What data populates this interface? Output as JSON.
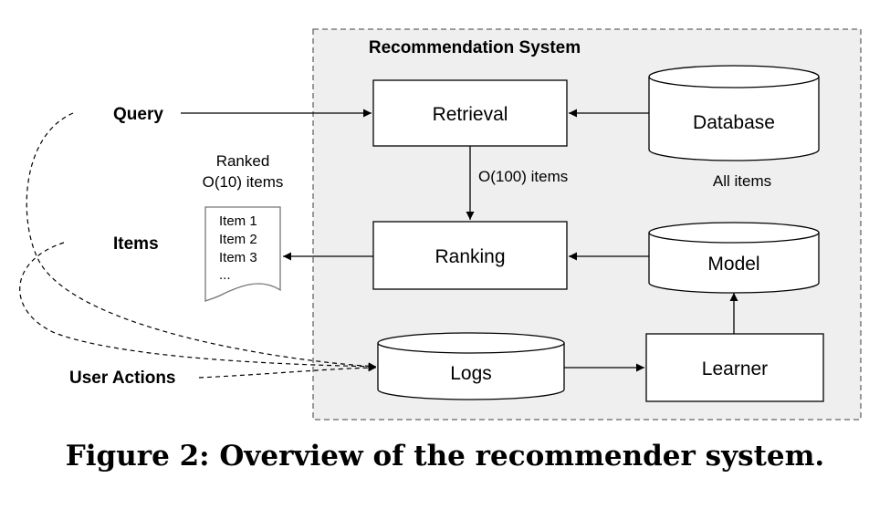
{
  "system_label": "Recommendation System",
  "nodes": {
    "retrieval": "Retrieval",
    "ranking": "Ranking",
    "database": "Database",
    "model": "Model",
    "logs": "Logs",
    "learner": "Learner"
  },
  "outside_labels": {
    "query": "Query",
    "items": "Items",
    "user_actions": "User Actions"
  },
  "edge_labels": {
    "retrieval_to_ranking": "O(100) items",
    "database_caption": "All items",
    "ranked_line1": "Ranked",
    "ranked_line2": "O(10) items"
  },
  "ranked_list": [
    "Item 1",
    "Item 2",
    "Item 3",
    "..."
  ],
  "caption": "Figure 2: Overview of the recommender system."
}
